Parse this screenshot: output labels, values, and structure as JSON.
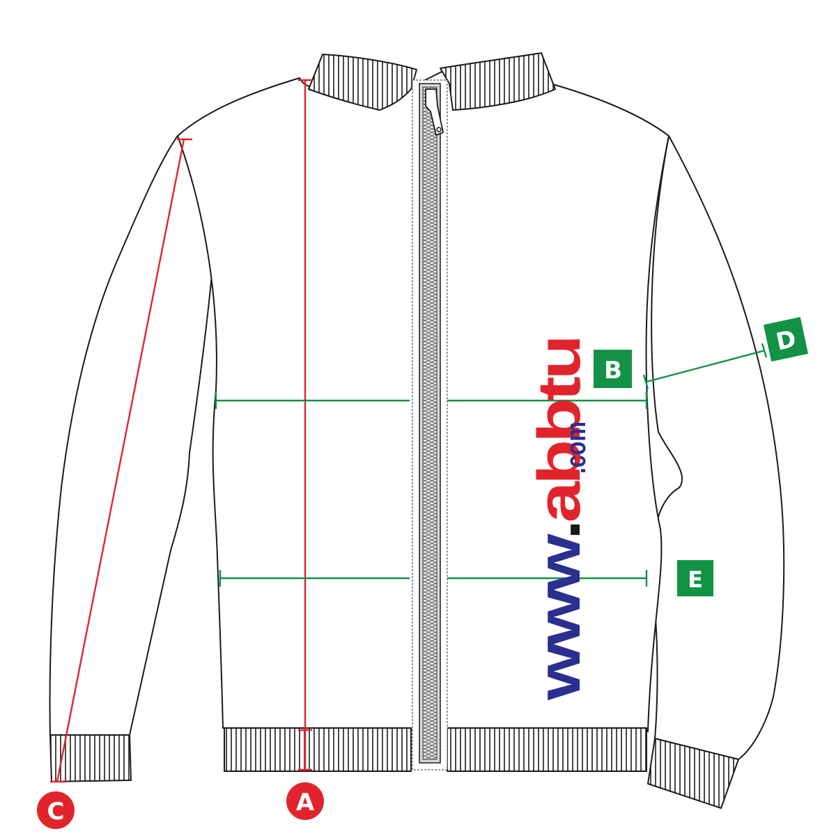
{
  "diagram": {
    "subject": "jacket-measurement-guide",
    "colors": {
      "outline": "#1a1a1a",
      "red_measure": "#e1242c",
      "green_measure": "#119245",
      "watermark_blue": "#2b2f8f",
      "watermark_red": "#e1242c",
      "zipper_fill": "#d7d7d7"
    },
    "labels": {
      "A": "A",
      "B": "B",
      "C": "C",
      "D": "D",
      "E": "E"
    },
    "watermark": {
      "www": "www",
      "dot": ".",
      "abbtu": "abbtu",
      "com": ".com"
    }
  }
}
